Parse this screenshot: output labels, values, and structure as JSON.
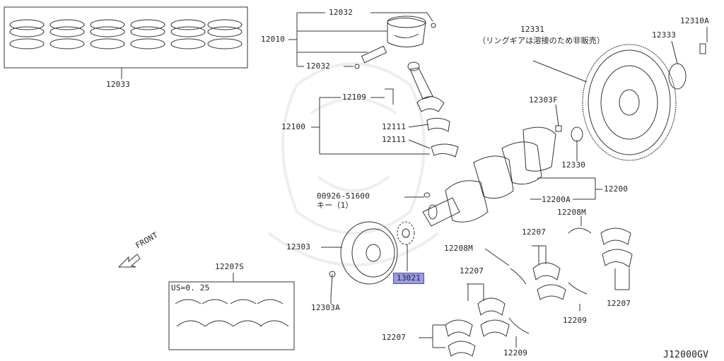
{
  "diagram": {
    "parts": {
      "p12033": "12033",
      "p12032_top": "12032",
      "p12010": "12010",
      "p12032_bottom": "12032",
      "p12109": "12109",
      "p12100": "12100",
      "p12111_a": "12111",
      "p12111_b": "12111",
      "p12331": "12331",
      "p12331_note": "（リングギアは溶接のため非販売）",
      "p12333": "12333",
      "p12310A": "12310A",
      "p12303F": "12303F",
      "p12330": "12330",
      "p00926": "00926-51600",
      "p00926_note": "キー（1）",
      "p12200": "12200",
      "p12200A": "12200A",
      "p12208M_right": "12208M",
      "p12207_a": "12207",
      "p12208M_left": "12208M",
      "p12303": "12303",
      "p13021": "13021",
      "p12207S": "12207S",
      "p12207_b": "12207",
      "p12207_c": "12207",
      "p12303A": "12303A",
      "p12209_a": "12209",
      "p12207_d": "12207",
      "p12209_b": "12209"
    },
    "us_note": "US=0. 25",
    "front_label": "FRONT",
    "figure_code": "J12000GV"
  }
}
